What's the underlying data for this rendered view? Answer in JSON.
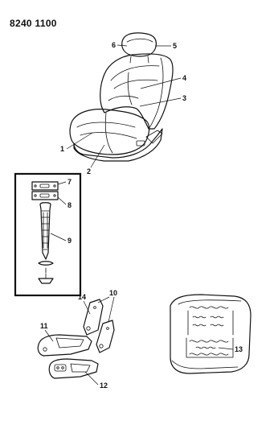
{
  "header": {
    "code": "8240 1100"
  },
  "callouts": {
    "c1": "1",
    "c2": "2",
    "c3": "3",
    "c4": "4",
    "c5": "5",
    "c6": "6",
    "c7": "7",
    "c8": "8",
    "c9": "9",
    "c10": "10",
    "c11": "11",
    "c12": "12",
    "c13": "13",
    "c14": "14"
  }
}
